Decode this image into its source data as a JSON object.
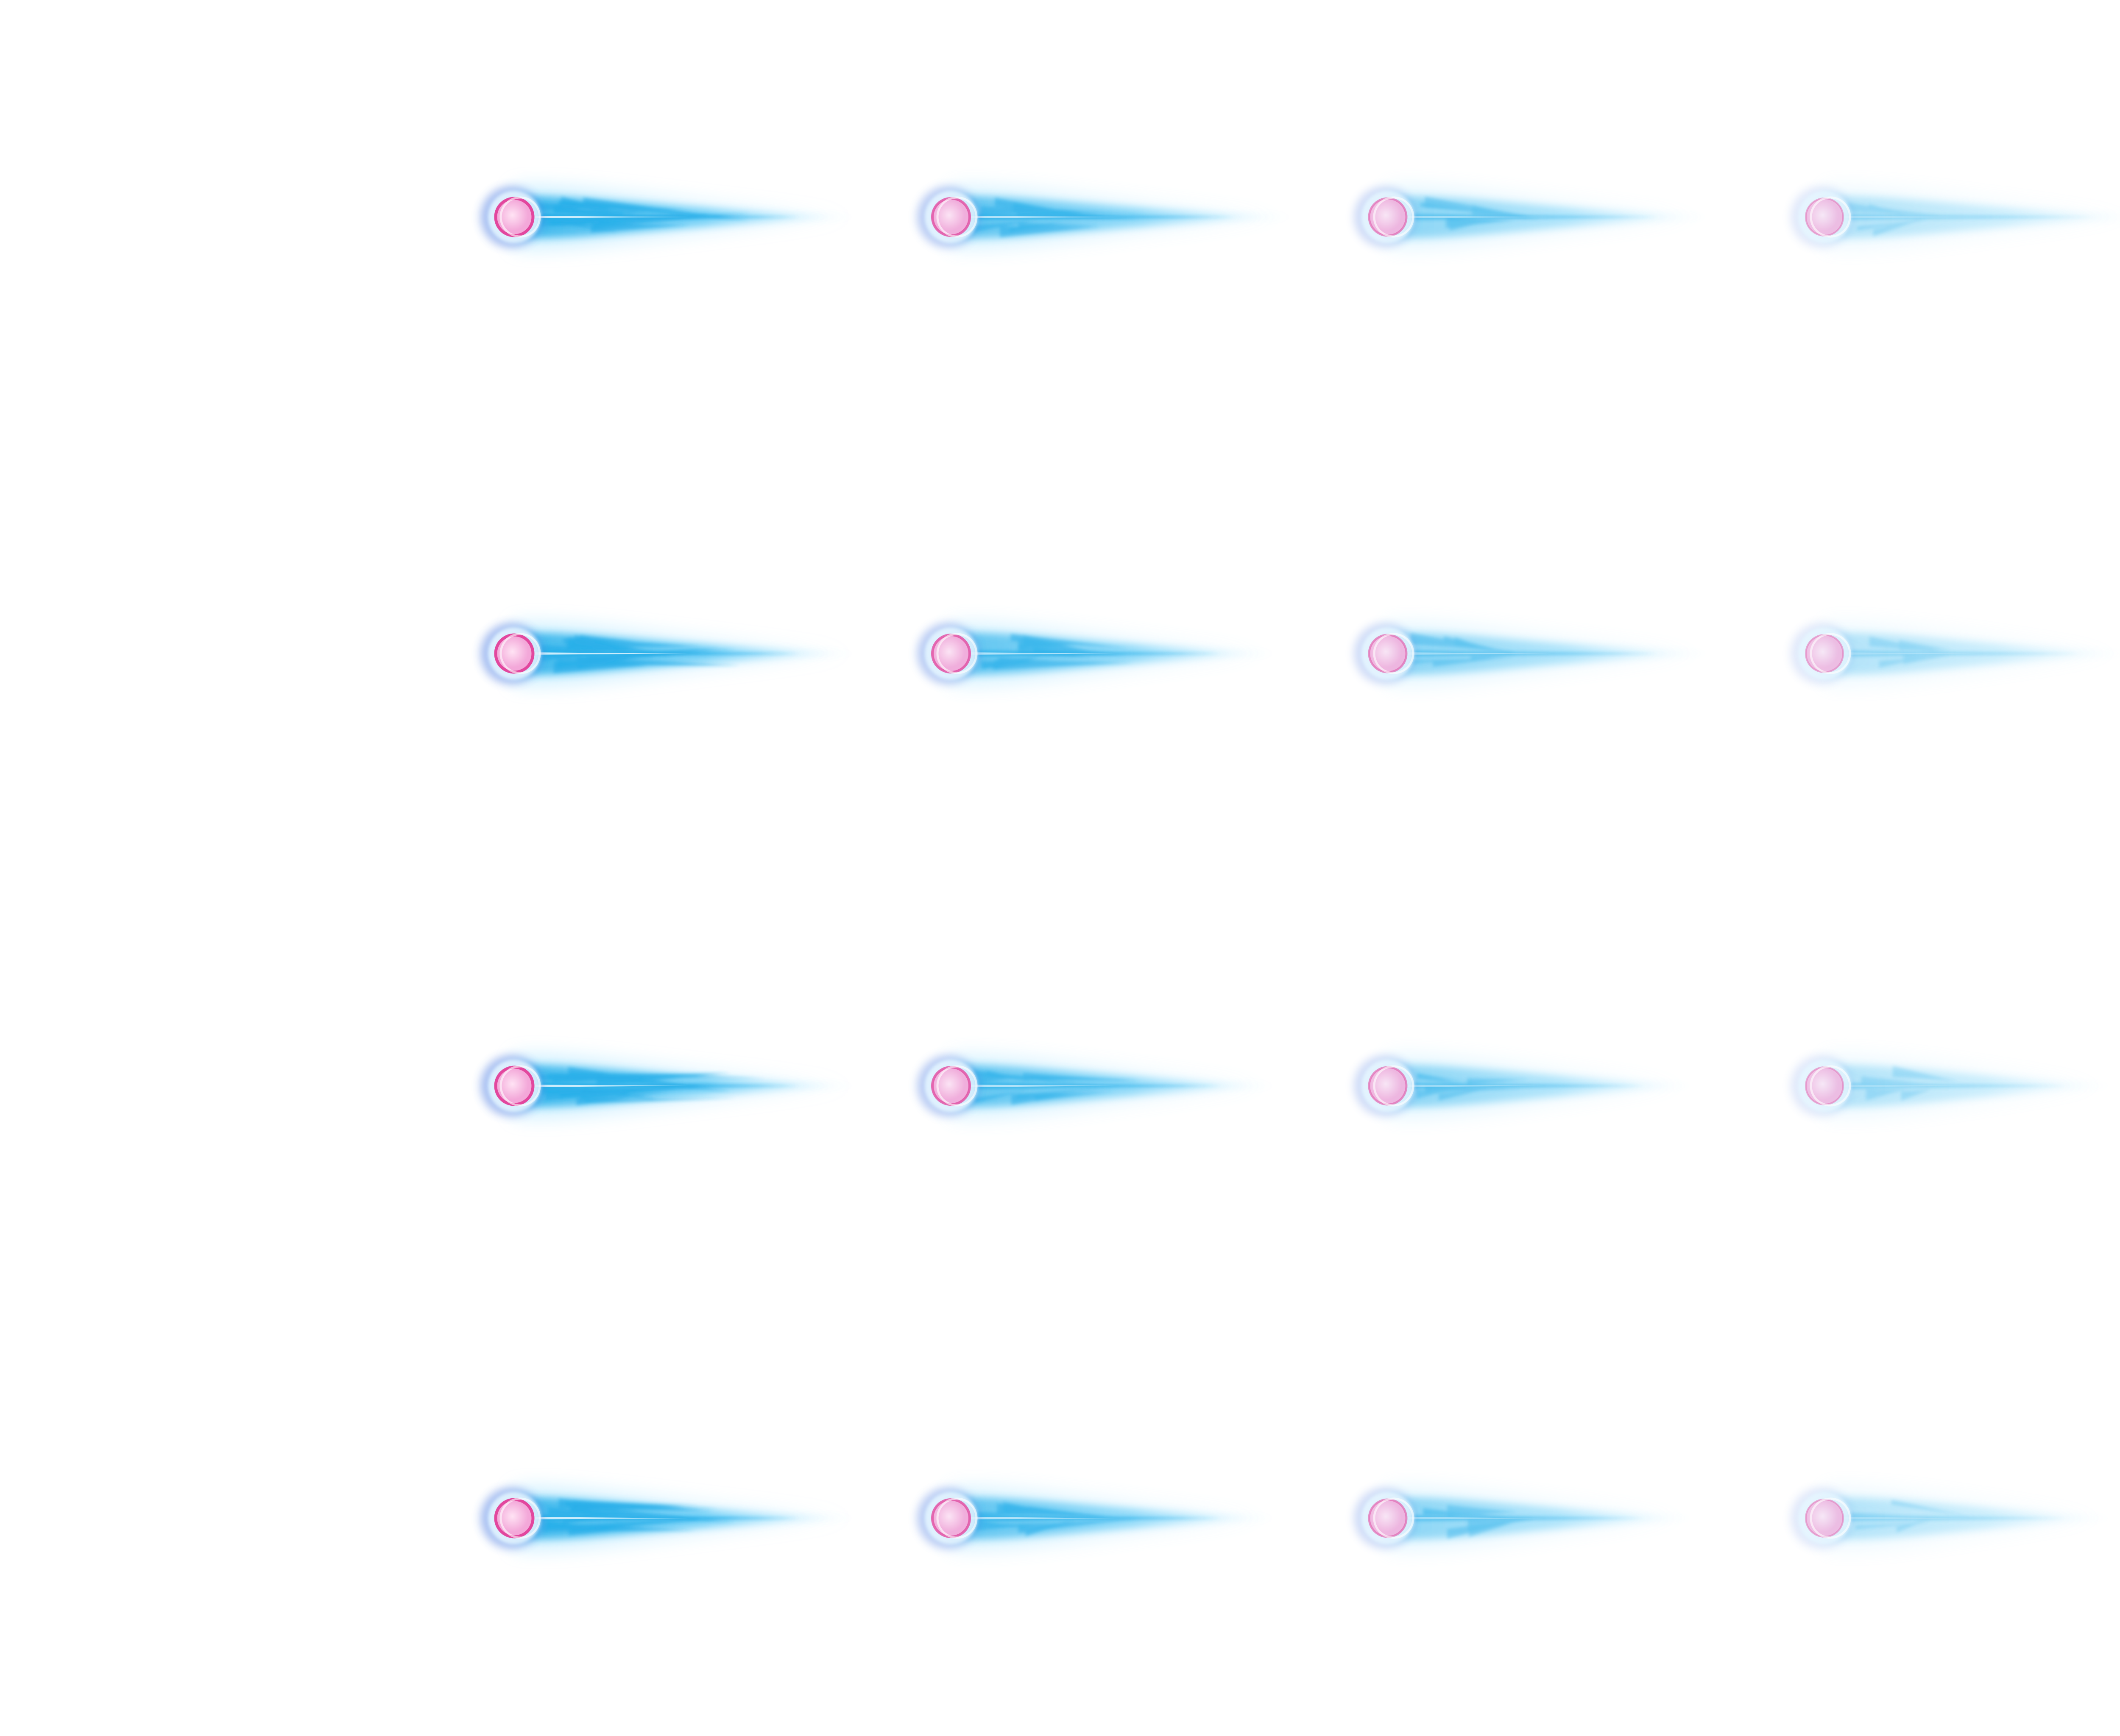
{
  "sheet": {
    "background": "#ffffff",
    "rows": 4,
    "columns": 4
  },
  "colors": {
    "tail_core": "#26aee8",
    "tail_bright": "#5cc8f5",
    "tail_glow": "#8fdcff",
    "halo": "#4f7de0",
    "halo_soft": "#9fc4ff",
    "orb_fill": "#f3a8d9",
    "orb_rim": "#e2479e",
    "orb_highlight": "#ffe3f4"
  },
  "frames": [
    {
      "name": "frame-r1-c1",
      "row": 1,
      "col": 1,
      "intensity": 1.0,
      "tail_length": 1.0,
      "spikiness": 0.9
    },
    {
      "name": "frame-r1-c2",
      "row": 1,
      "col": 2,
      "intensity": 0.8,
      "tail_length": 1.0,
      "spikiness": 0.5
    },
    {
      "name": "frame-r1-c3",
      "row": 1,
      "col": 3,
      "intensity": 0.55,
      "tail_length": 0.95,
      "spikiness": 0.2
    },
    {
      "name": "frame-r1-c4",
      "row": 1,
      "col": 4,
      "intensity": 0.35,
      "tail_length": 0.95,
      "spikiness": 0.0
    },
    {
      "name": "frame-r2-c1",
      "row": 2,
      "col": 1,
      "intensity": 1.0,
      "tail_length": 1.0,
      "spikiness": 1.0
    },
    {
      "name": "frame-r2-c2",
      "row": 2,
      "col": 2,
      "intensity": 0.8,
      "tail_length": 0.95,
      "spikiness": 0.6
    },
    {
      "name": "frame-r2-c3",
      "row": 2,
      "col": 3,
      "intensity": 0.55,
      "tail_length": 0.95,
      "spikiness": 0.2
    },
    {
      "name": "frame-r2-c4",
      "row": 2,
      "col": 4,
      "intensity": 0.35,
      "tail_length": 0.9,
      "spikiness": 0.0
    },
    {
      "name": "frame-r3-c1",
      "row": 3,
      "col": 1,
      "intensity": 1.0,
      "tail_length": 1.0,
      "spikiness": 0.95
    },
    {
      "name": "frame-r3-c2",
      "row": 3,
      "col": 2,
      "intensity": 0.8,
      "tail_length": 0.95,
      "spikiness": 0.5
    },
    {
      "name": "frame-r3-c3",
      "row": 3,
      "col": 3,
      "intensity": 0.55,
      "tail_length": 0.9,
      "spikiness": 0.2
    },
    {
      "name": "frame-r3-c4",
      "row": 3,
      "col": 4,
      "intensity": 0.35,
      "tail_length": 0.85,
      "spikiness": 0.0
    },
    {
      "name": "frame-r4-c1",
      "row": 4,
      "col": 1,
      "intensity": 1.0,
      "tail_length": 1.0,
      "spikiness": 0.85
    },
    {
      "name": "frame-r4-c2",
      "row": 4,
      "col": 2,
      "intensity": 0.8,
      "tail_length": 0.95,
      "spikiness": 0.5
    },
    {
      "name": "frame-r4-c3",
      "row": 4,
      "col": 3,
      "intensity": 0.55,
      "tail_length": 0.9,
      "spikiness": 0.2
    },
    {
      "name": "frame-r4-c4",
      "row": 4,
      "col": 4,
      "intensity": 0.35,
      "tail_length": 0.85,
      "spikiness": 0.0
    }
  ]
}
